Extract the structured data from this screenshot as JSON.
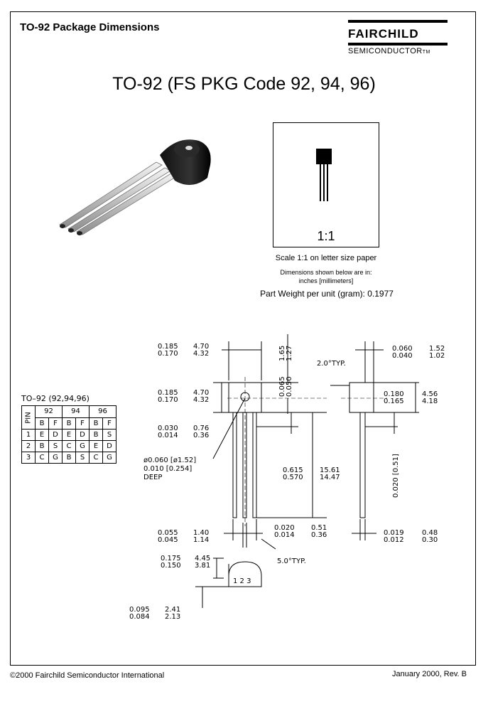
{
  "header": {
    "title": "TO-92 Package Dimensions",
    "logo_brand": "FAIRCHILD",
    "logo_sub": "SEMICONDUCTOR",
    "logo_tm": "TM"
  },
  "package_title": "TO-92 (FS PKG Code 92, 94, 96)",
  "scale_box": {
    "ratio": "1:1",
    "caption": "Scale 1:1 on letter size paper"
  },
  "units_note_1": "Dimensions shown below are in:",
  "units_note_2": "inches [millimeters]",
  "part_weight": "Part Weight per unit (gram):  0.1977",
  "pin_table": {
    "caption": "TO–92  (92,94,96)",
    "pin_header": "PIN",
    "codes": [
      "92",
      "94",
      "96"
    ],
    "sub_headers": [
      "B",
      "F",
      "B",
      "F",
      "B",
      "F"
    ],
    "rows": [
      {
        "pin": "1",
        "cells": [
          "E",
          "D",
          "E",
          "D",
          "B",
          "S"
        ]
      },
      {
        "pin": "2",
        "cells": [
          "B",
          "S",
          "C",
          "G",
          "E",
          "D"
        ]
      },
      {
        "pin": "3",
        "cells": [
          "C",
          "G",
          "B",
          "S",
          "C",
          "G"
        ]
      }
    ]
  },
  "dims": {
    "body_width_in": [
      "0.185",
      "0.170"
    ],
    "body_width_mm": [
      "4.70",
      "4.32"
    ],
    "top_flat_in": [
      "0.065",
      "0.050"
    ],
    "top_flat_mm": [
      "1.65",
      "1.27"
    ],
    "body_height_in": [
      "0.185",
      "0.170"
    ],
    "body_height_mm": [
      "4.70",
      "4.32"
    ],
    "lead_offset_in": [
      "0.030",
      "0.014"
    ],
    "lead_offset_mm": [
      "0.76",
      "0.36"
    ],
    "hole_dia": "ø0.060  [ø1.52]",
    "hole_depth": "0.010  [0.254]",
    "hole_deep": "DEEP",
    "lead_len_in": [
      "0.615",
      "0.570"
    ],
    "lead_len_mm": [
      "15.61",
      "14.47"
    ],
    "lead_pitch_in": [
      "0.055",
      "0.045"
    ],
    "lead_pitch_mm": [
      "1.40",
      "1.14"
    ],
    "lead_w_in": [
      "0.020",
      "0.014"
    ],
    "lead_w_mm": [
      "0.51",
      "0.36"
    ],
    "typ5": "5.0°TYP.",
    "span_in": [
      "0.175",
      "0.150"
    ],
    "span_mm": [
      "4.45",
      "3.81"
    ],
    "pins_label": "1 2 3",
    "flat_in": [
      "0.095",
      "0.084"
    ],
    "flat_mm": [
      "2.41",
      "2.13"
    ],
    "side_top_in": [
      "0.060",
      "0.040"
    ],
    "side_top_mm": [
      "1.52",
      "1.02"
    ],
    "typ2": "2.0°TYP.",
    "side_depth_in": [
      "0.180",
      "0.165"
    ],
    "side_depth_mm": [
      "4.56",
      "4.18"
    ],
    "side_lead_rot": "0.020  [0.51]",
    "side_lead_w_in": [
      "0.019",
      "0.012"
    ],
    "side_lead_w_mm": [
      "0.48",
      "0.30"
    ]
  },
  "footer": {
    "copyright": "©2000 Fairchild Semiconductor International",
    "revision": "January 2000, Rev. B"
  }
}
